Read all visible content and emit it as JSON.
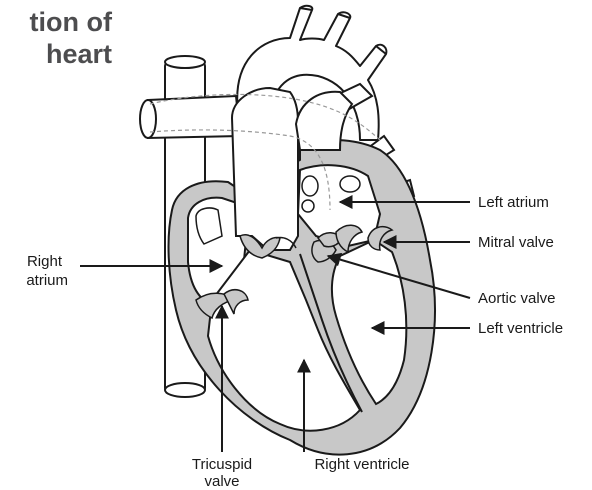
{
  "title": {
    "line1": "tion of",
    "line2": "heart"
  },
  "labels": {
    "left_atrium": "Left atrium",
    "mitral_valve": "Mitral valve",
    "aortic_valve": "Aortic valve",
    "left_ventricle": "Left ventricle",
    "right_atrium_1": "Right",
    "right_atrium_2": "atrium",
    "tricuspid_1": "Tricuspid",
    "tricuspid_2": "valve",
    "right_ventricle": "Right ventricle"
  },
  "colors": {
    "wall_fill": "#c8c8c8",
    "outline": "#1a1a1a",
    "title": "#4d4d4f",
    "chamber": "#ffffff"
  }
}
